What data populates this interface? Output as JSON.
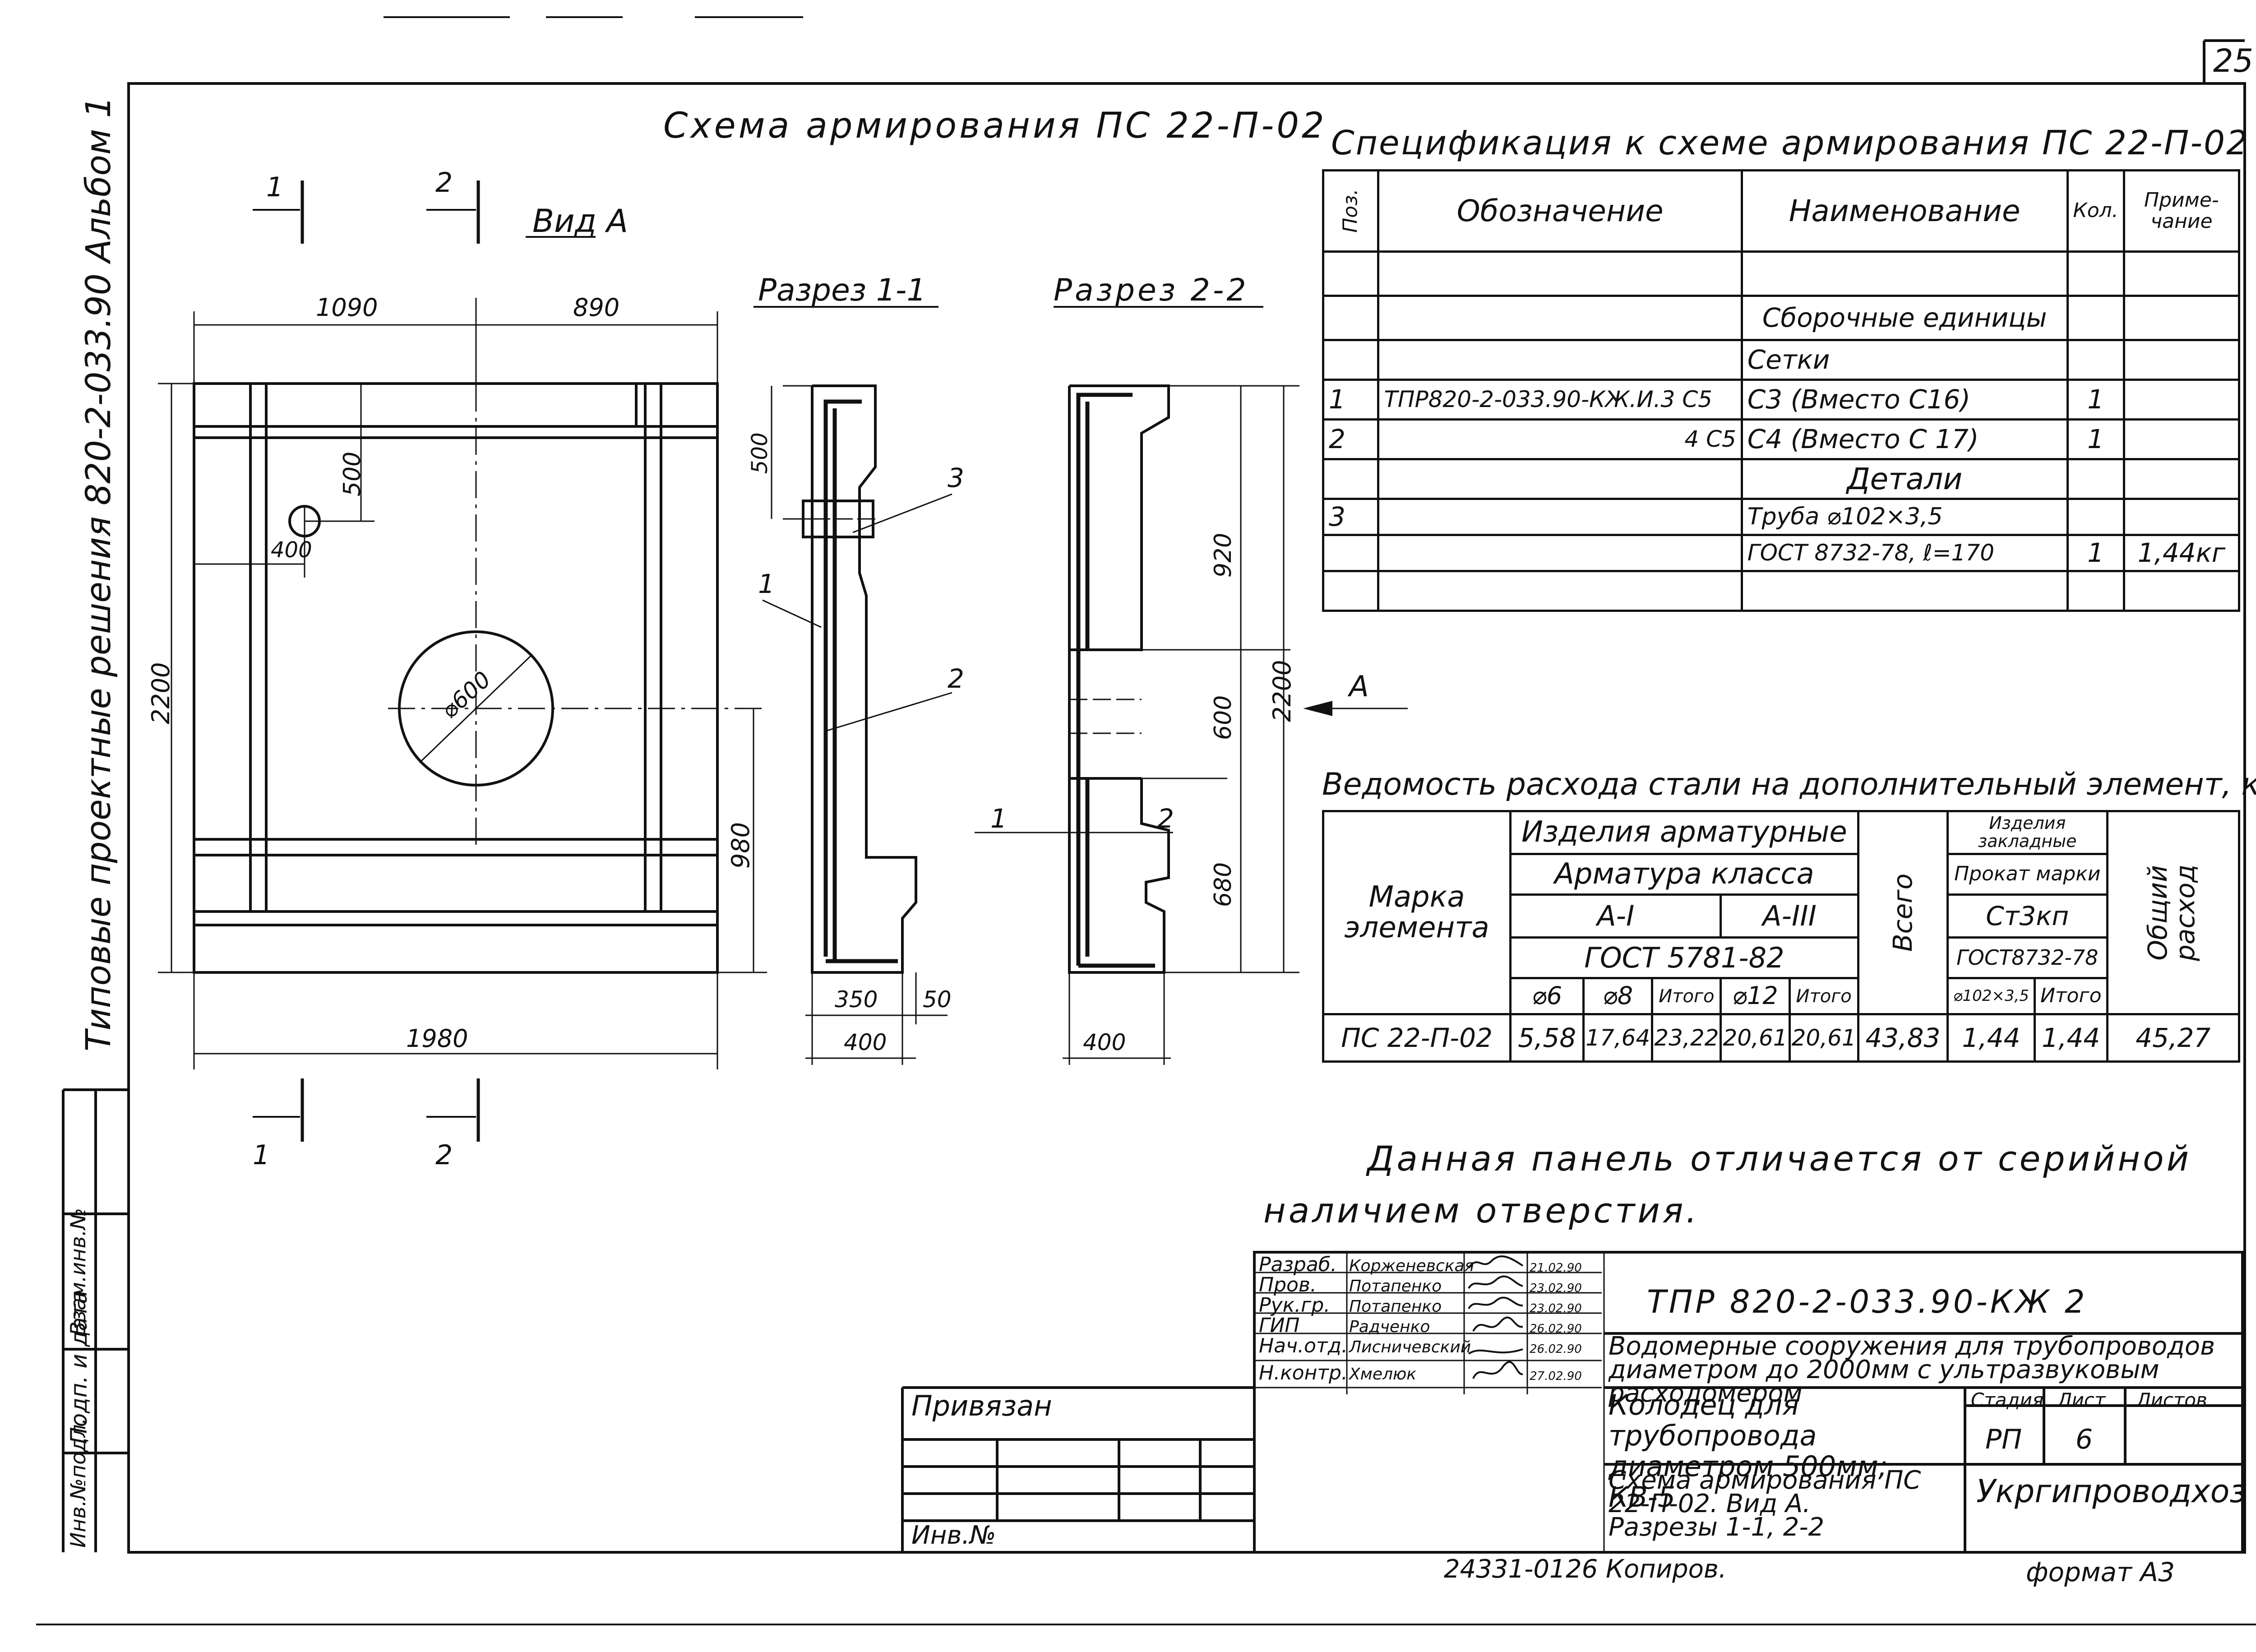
{
  "sheet": {
    "number": "25",
    "album_side": "Типовые проектные решения 820-2-033.90   Альбом 1",
    "stamp_col_1": "Инв.№подл.",
    "stamp_col_2": "Подп. и дата",
    "stamp_col_3": "Взам.инв.№",
    "bottom_code": "24331-01",
    "bottom_copy": "26  Копиров.",
    "format": "формат А3"
  },
  "drawing": {
    "title": "Схема армирования ПС 22-П-02",
    "view_a": "Вид А",
    "section_11": "Разрез 1-1",
    "section_22": "Разрез 2-2",
    "arrow_a": "А",
    "dims": {
      "d1090": "1090",
      "d890": "890",
      "d500": "500",
      "d400a": "400",
      "d2200": "2200",
      "d980": "980",
      "d1980": "1980",
      "d600dia": "⌀600",
      "d350": "350",
      "d50": "50",
      "d400b": "400",
      "d400c": "400",
      "d920": "920",
      "d600": "600",
      "d680": "680",
      "d2200b": "2200"
    },
    "cut_marks": {
      "c1": "1",
      "c2": "2",
      "c1b": "1",
      "c2b": "2"
    },
    "leaders": {
      "l1": "1",
      "l2": "2",
      "l3": "3",
      "l1b": "1",
      "l2b": "2"
    }
  },
  "spec": {
    "title": "Спецификация к схеме армирования ПС 22-П-02",
    "headers": [
      "Поз.",
      "Обозначение",
      "Наименование",
      "Кол.",
      "Приме-\nчание"
    ],
    "rows": [
      [
        "",
        "",
        "",
        "",
        ""
      ],
      [
        "",
        "",
        "Сборочные единицы",
        "",
        ""
      ],
      [
        "",
        "",
        "Сетки",
        "",
        ""
      ],
      [
        "1",
        "ТПР820-2-033.90-КЖ.И.3 С5",
        "С3 (Вместо С16)",
        "1",
        ""
      ],
      [
        "2",
        "4 С5",
        "С4 (Вместо С 17)",
        "1",
        ""
      ],
      [
        "",
        "",
        "Детали",
        "",
        ""
      ],
      [
        "3",
        "",
        "Труба ⌀102×3,5",
        "",
        ""
      ],
      [
        "",
        "",
        "ГОСТ 8732-78, ℓ=170",
        "1",
        "1,44кг"
      ],
      [
        "",
        "",
        "",
        "",
        ""
      ]
    ]
  },
  "steel": {
    "title": "Ведомость расхода стали на дополнительный элемент, кг",
    "h_mark": "Марка элемента",
    "h_products": "Изделия арматурные",
    "h_embedded": "Изделия закладные",
    "h_rebar_class": "Арматура класса",
    "h_rolled": "Прокат марки",
    "h_a1": "А-I",
    "h_a3": "А-III",
    "h_st3": "Ст3кп",
    "h_gost1": "ГОСТ 5781-82",
    "h_gost2": "ГОСТ8732-78",
    "h_total": "Всего",
    "h_common": "Общий расход",
    "sub": [
      "⌀6",
      "⌀8",
      "Итого",
      "⌀12",
      "Итого",
      "⌀102×3,5",
      "Итого"
    ],
    "row": [
      "ПС 22-П-02",
      "5,58",
      "17,64",
      "23,22",
      "20,61",
      "20,61",
      "43,83",
      "1,44",
      "1,44",
      "45,27"
    ]
  },
  "note": {
    "line1": "Данная панель отличается от серийной",
    "line2": "наличием отверстия."
  },
  "title_block": {
    "roles": [
      "Разраб.",
      "Пров.",
      "Рук.гр.",
      "ГИП",
      "Нач.отд.",
      "Н.контр."
    ],
    "names": [
      "Корженевская",
      "Потапенко",
      "Потапенко",
      "Радченко",
      "Лисничевский",
      "Хмелюк"
    ],
    "dates": [
      "21.02.90",
      "23.02.90",
      "23.02.90",
      "26.02.90",
      "26.02.90",
      "27.02.90"
    ],
    "code": "ТПР 820-2-033.90-КЖ 2",
    "project": "Водомерные сооружения для трубопроводов диаметром до 2000мм с ультразвуковым расходомером",
    "object": "Колодец для трубопровода диаметром 500мм; КВ-5",
    "stage_h": "Стадия",
    "sheet_h": "Лист",
    "sheets_h": "Листов",
    "stage": "РП",
    "sheet": "6",
    "sheets": "",
    "sheet_title": "Схема армирования ПС 22-П-02. Вид А. Разрезы 1-1, 2-2",
    "org": "Укргипроводхоз",
    "privyazan": "Привязан",
    "inv": "Инв.№"
  }
}
